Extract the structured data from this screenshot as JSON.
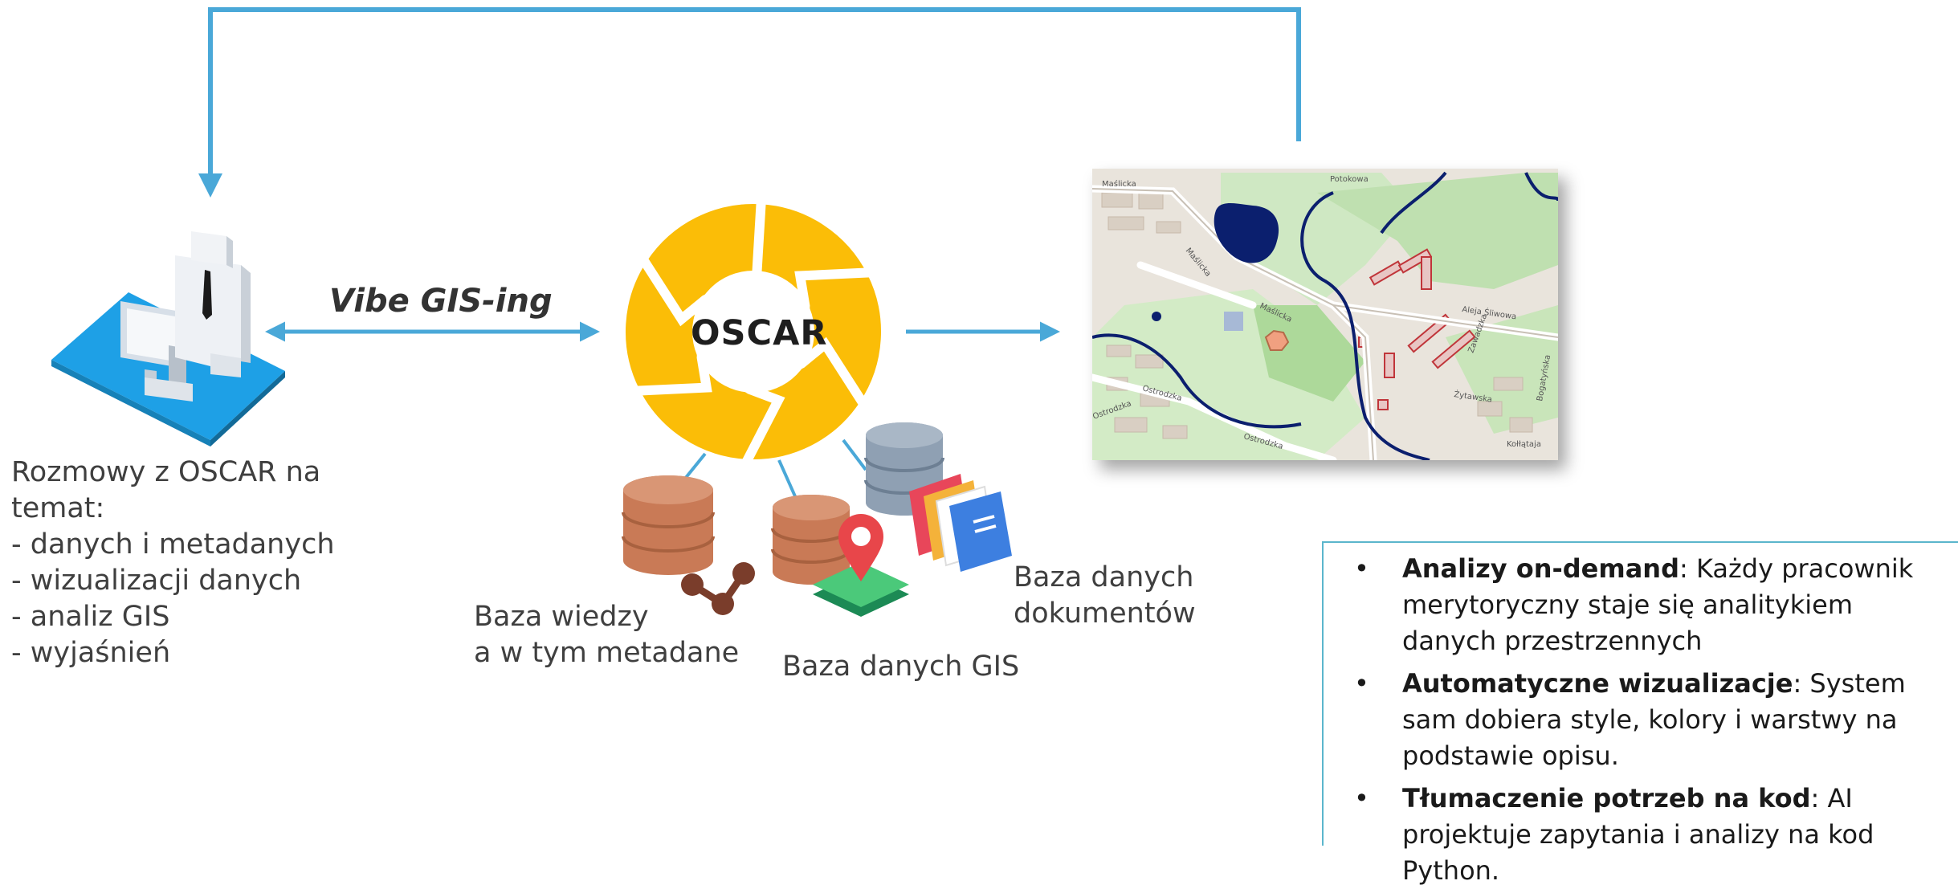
{
  "user_caption": {
    "intro_line1": "Rozmowy z OSCAR na",
    "intro_line2": "temat:",
    "topics": [
      "- danych i metadanych",
      "- wizualizacji danych",
      "- analiz GIS",
      "- wyjaśnień"
    ]
  },
  "connection_label": "Vibe GIS-ing",
  "center_logo_text": "OSCAR",
  "stores": {
    "knowledge_base": [
      "Baza wiedzy",
      "a w tym metadane"
    ],
    "gis_database": "Baza danych GIS",
    "document_database": [
      "Baza danych",
      "dokumentów"
    ]
  },
  "map_labels": [
    "Maślicka",
    "Maślicka",
    "Maślicka",
    "Aleja Śliwowa",
    "Żytawska",
    "Ostrodzka",
    "Ostrodzka",
    "Ostrodzka",
    "Potokowa",
    "Zawadzka",
    "Bogatyńska",
    "Kołłątaja"
  ],
  "features": [
    {
      "title": "Analizy on-demand",
      "text": ": Każdy pracownik merytoryczny staje się analitykiem danych przestrzennych"
    },
    {
      "title": "Automatyczne wizualizacje",
      "text": ": System sam dobiera style, kolory i warstwy na podstawie opisu."
    },
    {
      "title": "Tłumaczenie potrzeb na kod",
      "text": ": AI projektuje zapytania i analizy na kod Python."
    }
  ],
  "bullet_symbol": "•",
  "colors": {
    "arrow": "#4aa8d8",
    "logo": "#fbbd07",
    "db_brown": "#c97a56",
    "db_gray": "#8fa0b3",
    "map_water": "#0b1f6e",
    "panel_border": "#5bb6cc"
  }
}
